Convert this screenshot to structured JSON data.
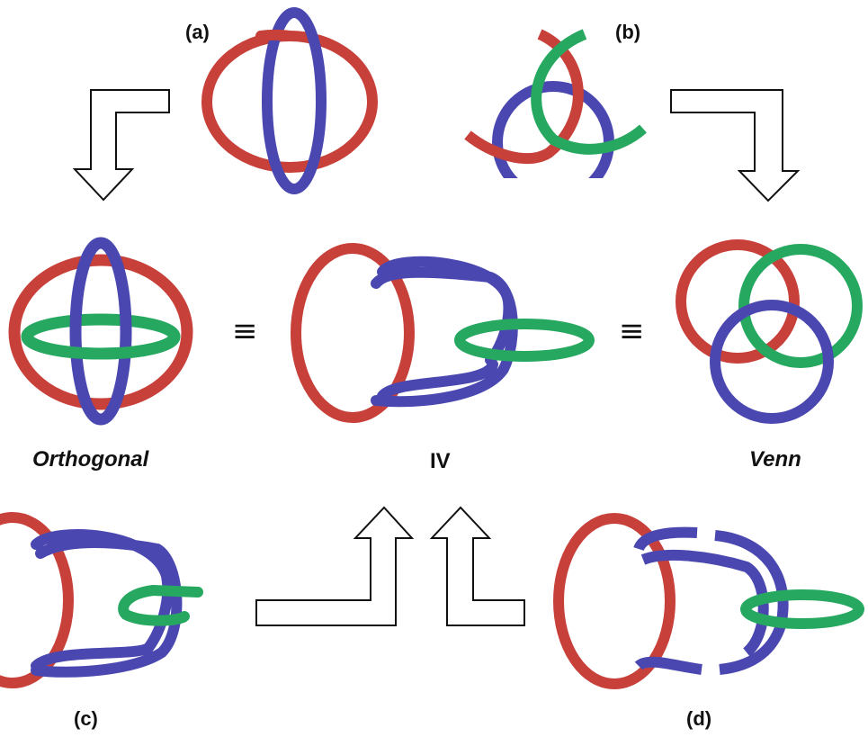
{
  "labels": {
    "a": "(a)",
    "b": "(b)",
    "c": "(c)",
    "d": "(d)",
    "orthogonal": "Orthogonal",
    "iv": "IV",
    "venn": "Venn",
    "equiv": "≡"
  },
  "colors": {
    "red": "#c8403a",
    "blue": "#4a48b0",
    "green": "#26a860",
    "arrow_stroke": "#111111",
    "arrow_fill": "#ffffff"
  }
}
